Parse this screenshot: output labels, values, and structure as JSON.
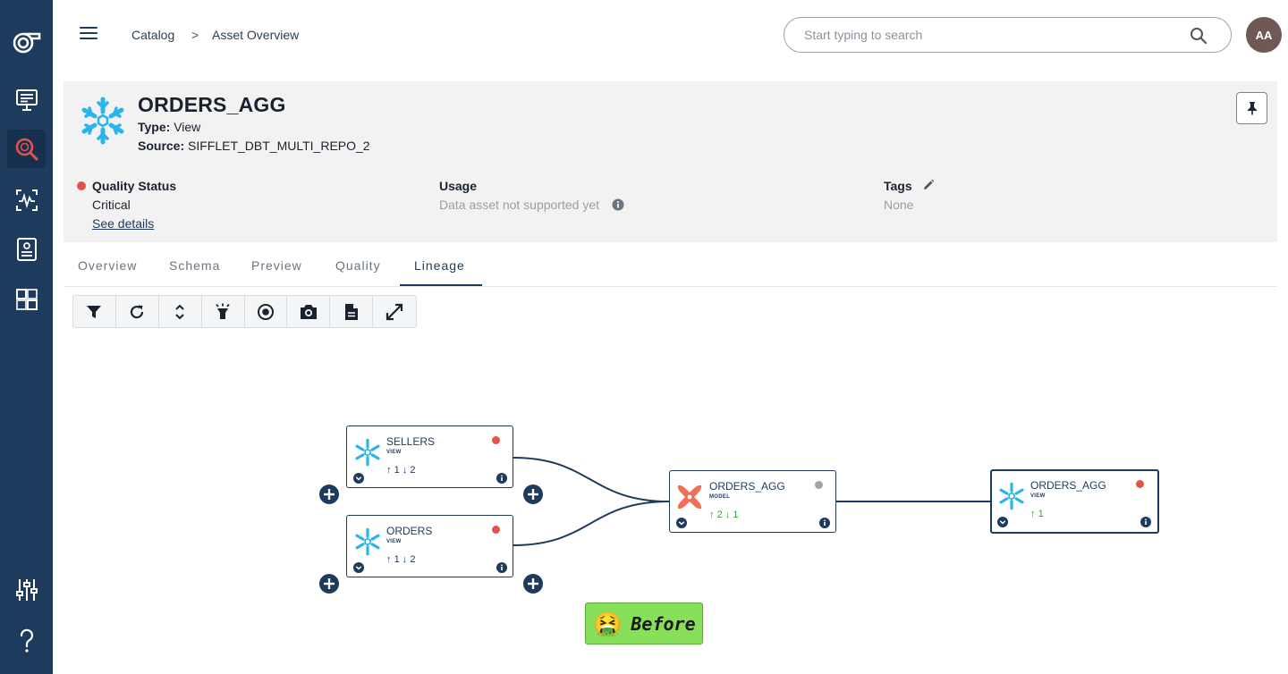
{
  "sidebar": {
    "items": [
      "logo-icon",
      "dashboard-icon",
      "catalog-search-icon",
      "monitoring-icon",
      "rules-icon",
      "integrations-icon"
    ],
    "bottom_items": [
      "settings-sliders-icon",
      "help-icon"
    ],
    "active_color": "#e0544d"
  },
  "topbar": {
    "breadcrumb": [
      "Catalog",
      "Asset Overview"
    ],
    "breadcrumb_separator": ">",
    "search_placeholder": "Start typing to search",
    "avatar_initials": "AA"
  },
  "asset": {
    "name": "ORDERS_AGG",
    "type_label": "Type:",
    "type_value": "View",
    "source_label": "Source:",
    "source_value": "SIFFLET_DBT_MULTI_REPO_2",
    "quality_status_label": "Quality Status",
    "quality_status_value": "Critical",
    "see_details": "See details",
    "usage_label": "Usage",
    "usage_value": "Data asset not supported yet",
    "tags_label": "Tags",
    "tags_value": "None"
  },
  "tabs": [
    "Overview",
    "Schema",
    "Preview",
    "Quality",
    "Lineage"
  ],
  "active_tab": "Lineage",
  "toolbar": [
    "filter-icon",
    "refresh-icon",
    "expand-collapse-icon",
    "highlight-icon",
    "focus-icon",
    "screenshot-icon",
    "document-icon",
    "fullscreen-icon"
  ],
  "lineage": {
    "nodes": [
      {
        "id": "sellers",
        "name": "SELLERS",
        "type": "VIEW",
        "up": "1",
        "down": "2",
        "status_color": "#e0544d",
        "icon": "snowflake-icon"
      },
      {
        "id": "orders",
        "name": "ORDERS",
        "type": "VIEW",
        "up": "1",
        "down": "2",
        "status_color": "#e0544d",
        "icon": "snowflake-icon"
      },
      {
        "id": "orders_agg_model",
        "name": "ORDERS_AGG",
        "type": "MODEL",
        "up": "2",
        "down": "1",
        "status_color": "#a3a3a3",
        "icon": "dbt-icon"
      },
      {
        "id": "orders_agg_view",
        "name": "ORDERS_AGG",
        "type": "VIEW",
        "up": "1",
        "down": "",
        "status_color": "#e0544d",
        "icon": "snowflake-icon"
      }
    ]
  },
  "badge": {
    "emoji": "🤮",
    "text": "Before"
  }
}
